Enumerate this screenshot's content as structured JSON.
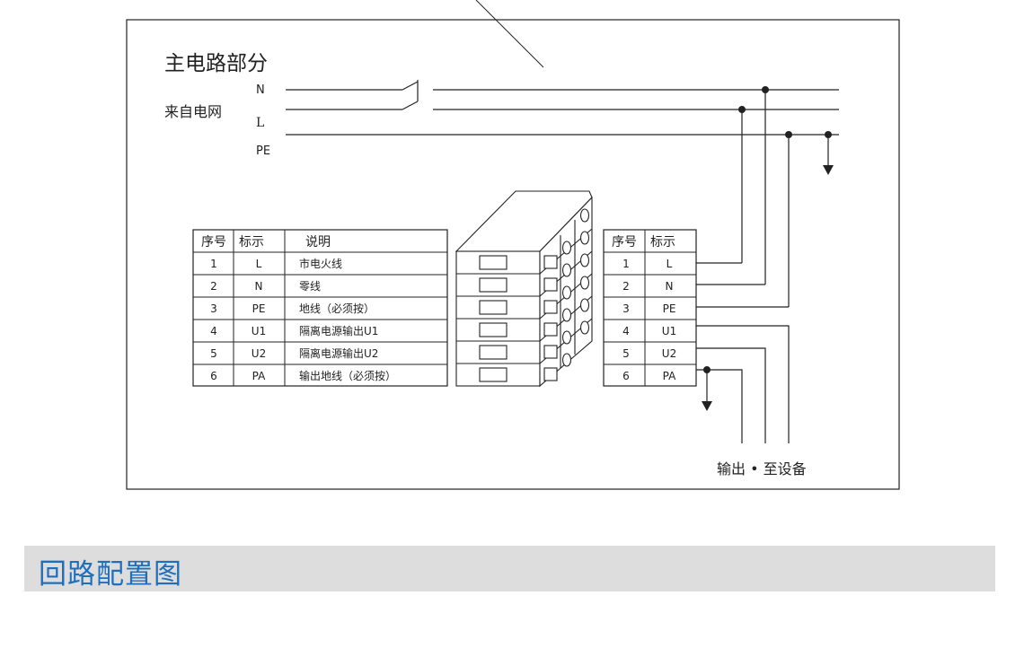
{
  "diagram": {
    "title": "主电路部分",
    "source_label": "来自电网",
    "lines": {
      "n": "N",
      "l": "L",
      "pe": "PE"
    },
    "output_label": "输出 • 至设备",
    "left_table": {
      "headers": [
        "序号",
        "标示",
        "说明"
      ],
      "rows": [
        [
          "1",
          "L",
          "市电火线"
        ],
        [
          "2",
          "N",
          "零线"
        ],
        [
          "3",
          "PE",
          "地线（必须按）"
        ],
        [
          "4",
          "U1",
          "隔离电源输出U1"
        ],
        [
          "5",
          "U2",
          "隔离电源输出U2"
        ],
        [
          "6",
          "PA",
          "输出地线（必须按）"
        ]
      ]
    },
    "right_table": {
      "headers": [
        "序号",
        "标示"
      ],
      "rows": [
        [
          "1",
          "L"
        ],
        [
          "2",
          "N"
        ],
        [
          "3",
          "PE"
        ],
        [
          "4",
          "U1"
        ],
        [
          "5",
          "U2"
        ],
        [
          "6",
          "PA"
        ]
      ]
    }
  },
  "section": {
    "title": "回路配置图"
  },
  "colors": {
    "accent": "#1f6fbf",
    "banner_bg": "#dddddd",
    "line": "#222222"
  }
}
